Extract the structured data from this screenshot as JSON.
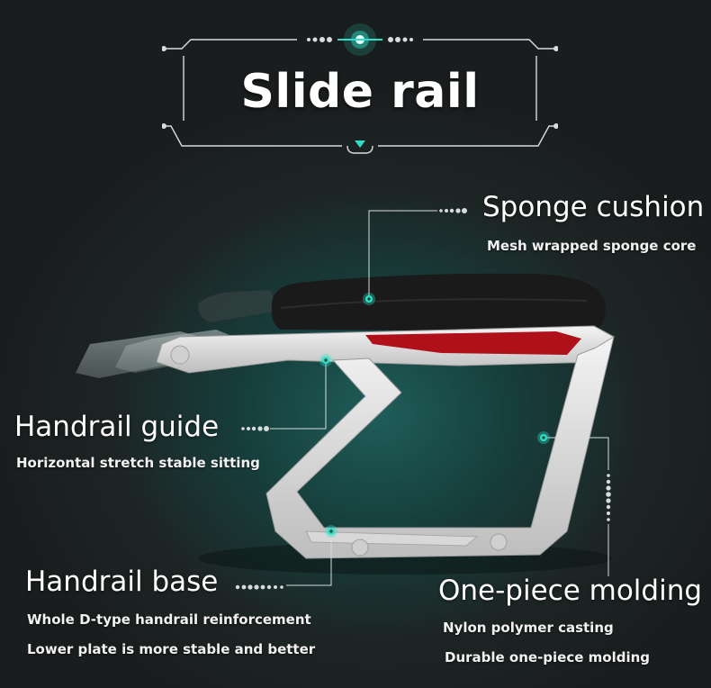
{
  "header": {
    "title": "Slide rail"
  },
  "features": {
    "sponge": {
      "title": "Sponge cushion",
      "desc": "Mesh wrapped sponge core"
    },
    "guide": {
      "title": "Handrail guide",
      "desc": "Horizontal stretch stable sitting"
    },
    "base": {
      "title": "Handrail base",
      "desc_1": "Whole D-type handrail reinforcement",
      "desc_2": "Lower plate is more stable and better"
    },
    "molding": {
      "title": "One-piece molding",
      "desc_1": "Nylon polymer casting",
      "desc_2": "Durable one-piece molding"
    }
  },
  "colors": {
    "accent": "#2fe0c8",
    "background": "#1d2524",
    "frame_white": "#e8e8e8",
    "cushion": "#1a1a1a",
    "reflector": "#b0101a"
  },
  "icons": {
    "marker": "teal-dot-marker-icon",
    "frame_glow": "glow-orb-icon"
  }
}
